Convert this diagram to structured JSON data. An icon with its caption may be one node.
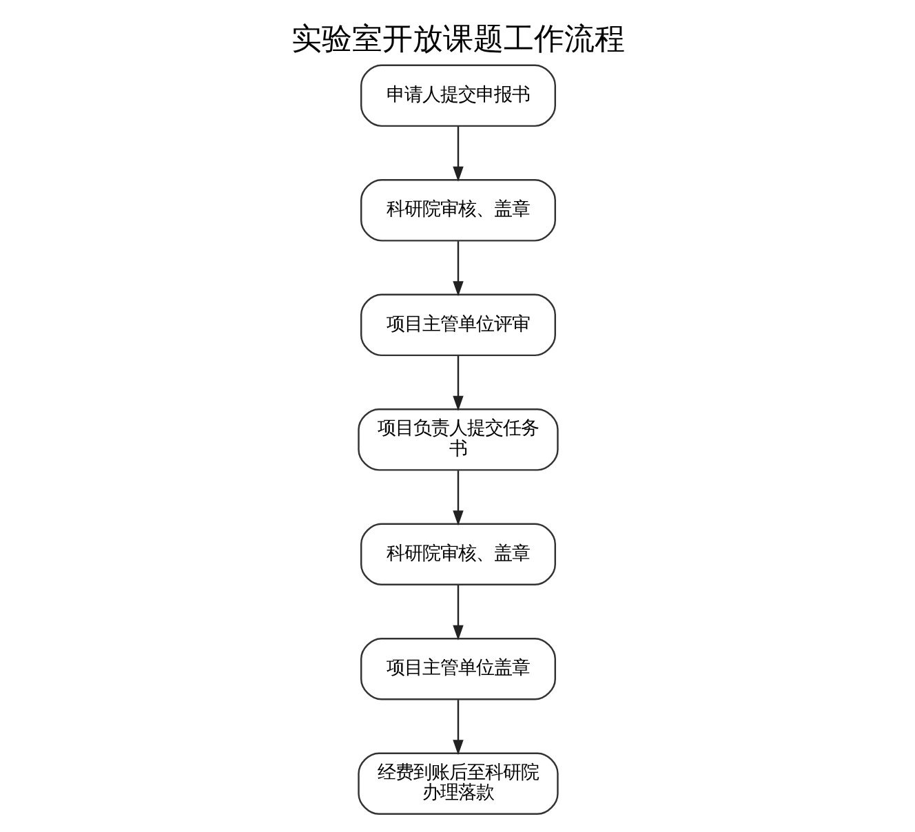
{
  "diagram": {
    "title": "实验室开放课题工作流程",
    "nodes": [
      {
        "text": [
          "申请人提交申报书"
        ]
      },
      {
        "text": [
          "科研院审核、盖章"
        ]
      },
      {
        "text": [
          "项目主管单位评审"
        ]
      },
      {
        "text": [
          "项目负责人提交任务书"
        ]
      },
      {
        "text": [
          "科研院审核、盖章"
        ]
      },
      {
        "text": [
          "项目主管单位盖章"
        ]
      },
      {
        "text": [
          "经费到账后至科研院办理落款"
        ]
      }
    ],
    "edges": [
      {
        "from": 0,
        "to": 1,
        "arrow": "to"
      },
      {
        "from": 1,
        "to": 2,
        "arrow": "to"
      },
      {
        "from": 2,
        "to": 3,
        "arrow": "to"
      },
      {
        "from": 3,
        "to": 4,
        "arrow": "to"
      },
      {
        "from": 4,
        "to": 5,
        "arrow": "to"
      },
      {
        "from": 5,
        "to": 6,
        "arrow": "to"
      }
    ]
  }
}
